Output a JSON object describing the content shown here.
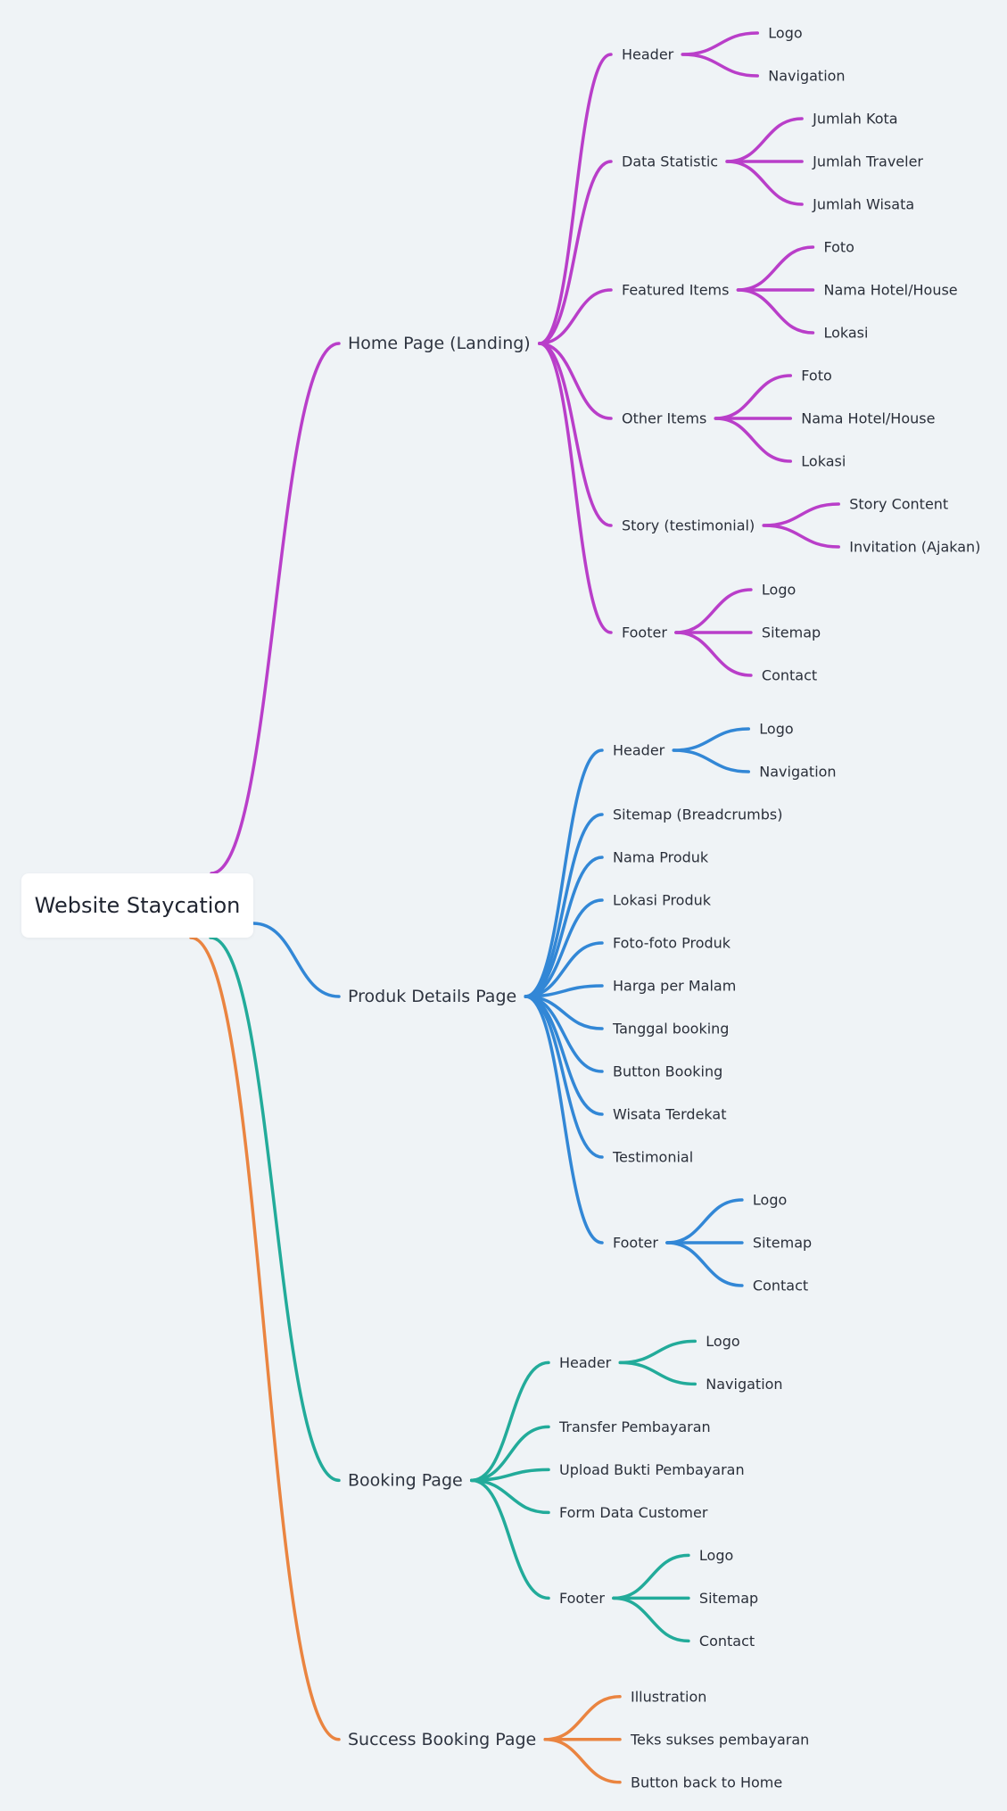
{
  "root": {
    "label": "Website Staycation"
  },
  "colors": [
    "#b93ec9",
    "#3287d6",
    "#22ab9a",
    "#ea8440"
  ],
  "branches": [
    {
      "label": "Home Page (Landing)",
      "children": [
        {
          "label": "Header",
          "children": [
            {
              "label": "Logo"
            },
            {
              "label": "Navigation"
            }
          ]
        },
        {
          "label": "Data Statistic",
          "children": [
            {
              "label": "Jumlah Kota"
            },
            {
              "label": "Jumlah Traveler"
            },
            {
              "label": "Jumlah Wisata"
            }
          ]
        },
        {
          "label": "Featured Items",
          "children": [
            {
              "label": "Foto"
            },
            {
              "label": "Nama Hotel/House"
            },
            {
              "label": "Lokasi"
            }
          ]
        },
        {
          "label": "Other Items",
          "children": [
            {
              "label": "Foto"
            },
            {
              "label": "Nama Hotel/House"
            },
            {
              "label": "Lokasi"
            }
          ]
        },
        {
          "label": "Story (testimonial)",
          "children": [
            {
              "label": "Story Content"
            },
            {
              "label": "Invitation (Ajakan)"
            }
          ]
        },
        {
          "label": "Footer",
          "children": [
            {
              "label": "Logo"
            },
            {
              "label": "Sitemap"
            },
            {
              "label": "Contact"
            }
          ]
        }
      ]
    },
    {
      "label": "Produk Details Page",
      "children": [
        {
          "label": "Header",
          "children": [
            {
              "label": "Logo"
            },
            {
              "label": "Navigation"
            }
          ]
        },
        {
          "label": "Sitemap (Breadcrumbs)"
        },
        {
          "label": "Nama Produk"
        },
        {
          "label": "Lokasi Produk"
        },
        {
          "label": "Foto-foto Produk"
        },
        {
          "label": "Harga per Malam"
        },
        {
          "label": "Tanggal booking"
        },
        {
          "label": "Button Booking"
        },
        {
          "label": "Wisata Terdekat"
        },
        {
          "label": "Testimonial"
        },
        {
          "label": "Footer",
          "children": [
            {
              "label": "Logo"
            },
            {
              "label": "Sitemap"
            },
            {
              "label": "Contact"
            }
          ]
        }
      ]
    },
    {
      "label": "Booking Page",
      "children": [
        {
          "label": "Header",
          "children": [
            {
              "label": "Logo"
            },
            {
              "label": "Navigation"
            }
          ]
        },
        {
          "label": "Transfer Pembayaran"
        },
        {
          "label": "Upload Bukti Pembayaran"
        },
        {
          "label": "Form Data Customer"
        },
        {
          "label": "Footer",
          "children": [
            {
              "label": "Logo"
            },
            {
              "label": "Sitemap"
            },
            {
              "label": "Contact"
            }
          ]
        }
      ]
    },
    {
      "label": "Success Booking Page",
      "children": [
        {
          "label": "Illustration"
        },
        {
          "label": "Teks sukses pembayaran"
        },
        {
          "label": "Button back to Home"
        }
      ]
    }
  ]
}
